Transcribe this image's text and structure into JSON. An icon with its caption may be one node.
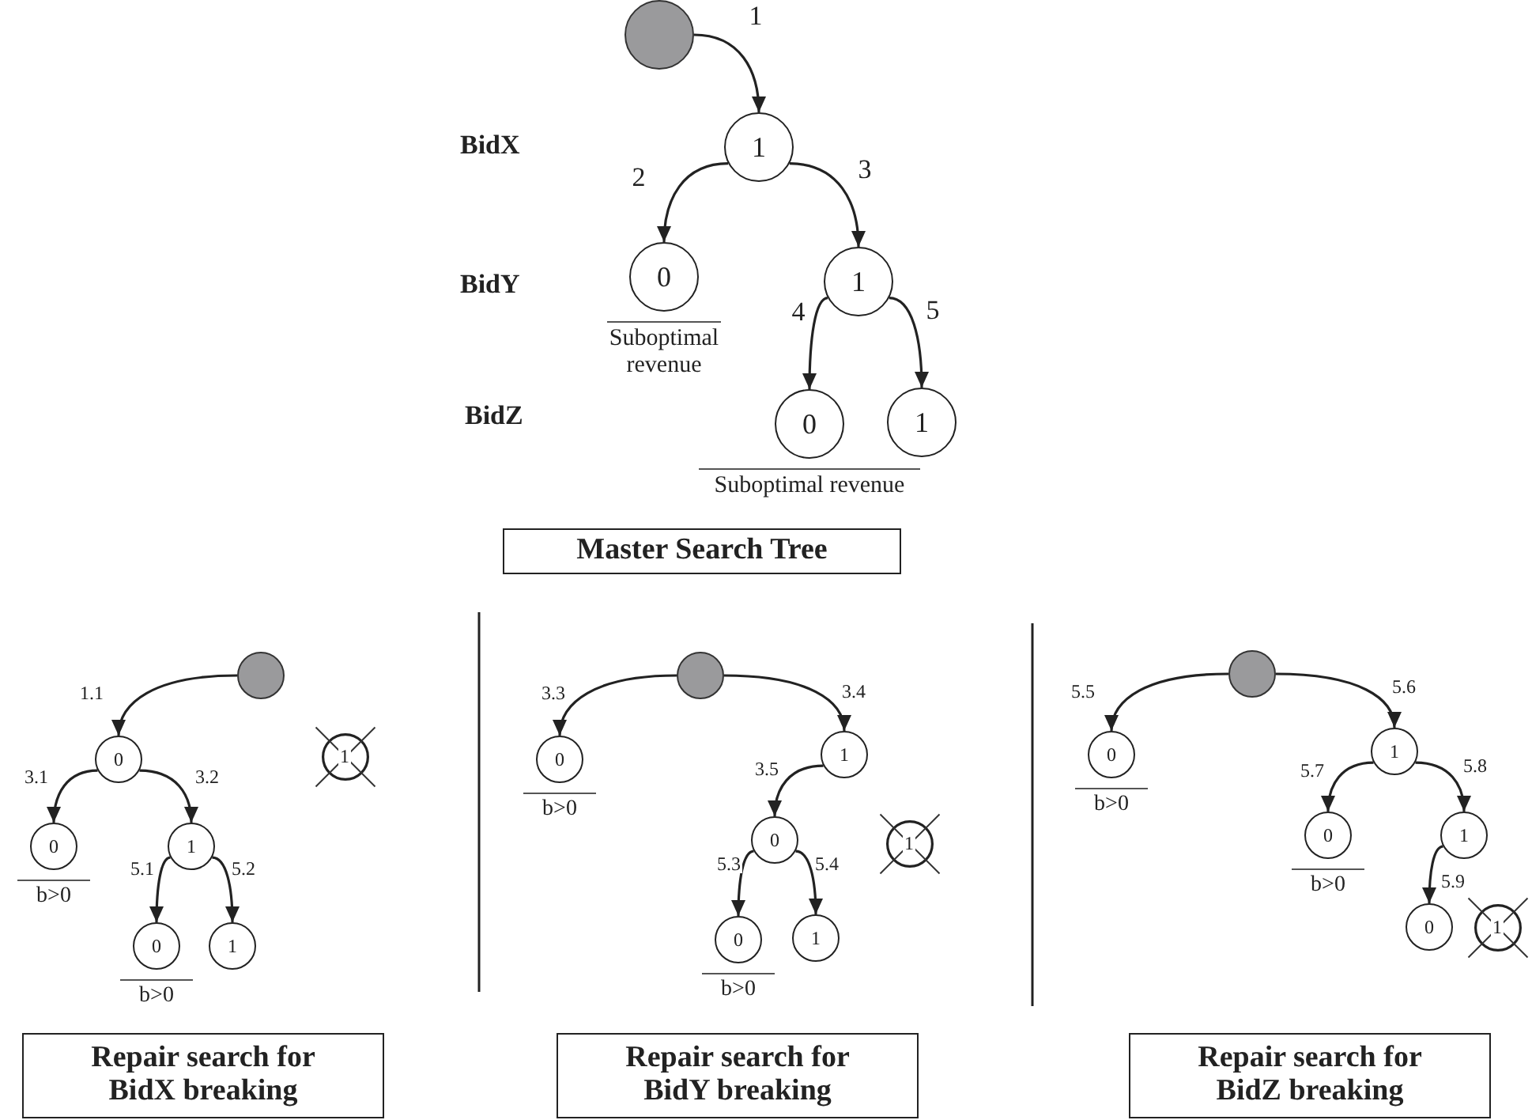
{
  "diagram": {
    "nodes": [
      {
        "text": [],
        "shape": "circle"
      },
      {
        "text": [
          "1"
        ]
      },
      {
        "text": [
          "0"
        ],
        "beside": [
          "Suboptimal revenue"
        ]
      },
      {
        "text": [
          "1"
        ]
      },
      {
        "text": [
          "0"
        ],
        "beside": [
          "Suboptimal revenue"
        ]
      },
      {
        "text": [
          "1"
        ]
      },
      {
        "text": [
          "Master Search Tree"
        ]
      },
      {
        "text": [],
        "shape": "circle"
      },
      {
        "text": [
          "0"
        ]
      },
      {
        "text": [
          "0"
        ],
        "beside": [
          "b>0"
        ]
      },
      {
        "text": [
          "1"
        ]
      },
      {
        "text": [
          "0"
        ],
        "beside": [
          "b>0"
        ]
      },
      {
        "text": [
          "1"
        ]
      },
      {
        "text": [
          "1"
        ]
      },
      {
        "text": [
          "Repair search for BidX breaking"
        ]
      },
      {
        "text": [],
        "shape": "circle"
      },
      {
        "text": [
          "0"
        ],
        "beside": [
          "b>0"
        ]
      },
      {
        "text": [
          "1"
        ]
      },
      {
        "text": [
          "0"
        ]
      },
      {
        "text": [
          "1"
        ]
      },
      {
        "text": [
          "0"
        ],
        "beside": [
          "b>0"
        ]
      },
      {
        "text": [
          "1"
        ]
      },
      {
        "text": [
          "Repair search for BidY breaking"
        ]
      },
      {
        "text": [],
        "shape": "circle"
      },
      {
        "text": [
          "0"
        ],
        "beside": [
          "b>0"
        ]
      },
      {
        "text": [
          "1"
        ]
      },
      {
        "text": [
          "0"
        ],
        "beside": [
          "b>0"
        ]
      },
      {
        "text": [
          "1"
        ]
      },
      {
        "text": [
          "0"
        ]
      },
      {
        "text": [
          "1"
        ]
      },
      {
        "text": [
          "Repair search for BidZ breaking"
        ]
      }
    ],
    "edges": [
      {
        "from": 0,
        "to": 1,
        "arrow": "to",
        "label": "1"
      },
      {
        "from": 1,
        "to": 2,
        "arrow": "to",
        "label": "2"
      },
      {
        "from": 1,
        "to": 3,
        "arrow": "to",
        "label": "3"
      },
      {
        "from": 3,
        "to": 4,
        "arrow": "to",
        "label": "4"
      },
      {
        "from": 3,
        "to": 5,
        "arrow": "to",
        "label": "5"
      },
      {
        "from": 7,
        "to": 8,
        "arrow": "to",
        "label": "1.1"
      },
      {
        "from": 8,
        "to": 9,
        "arrow": "to",
        "label": "3.1"
      },
      {
        "from": 8,
        "to": 10,
        "arrow": "to",
        "label": "3.2"
      },
      {
        "from": 10,
        "to": 11,
        "arrow": "to",
        "label": "5.1"
      },
      {
        "from": 10,
        "to": 12,
        "arrow": "to",
        "label": "5.2"
      },
      {
        "from": 15,
        "to": 16,
        "arrow": "to",
        "label": "3.3"
      },
      {
        "from": 15,
        "to": 17,
        "arrow": "to",
        "label": "3.4"
      },
      {
        "from": 17,
        "to": 18,
        "arrow": "to",
        "label": "3.5"
      },
      {
        "from": 18,
        "to": 20,
        "arrow": "to",
        "label": "5.3"
      },
      {
        "from": 18,
        "to": 21,
        "arrow": "to",
        "label": "5.4"
      },
      {
        "from": 23,
        "to": 24,
        "arrow": "to",
        "label": "5.5"
      },
      {
        "from": 23,
        "to": 25,
        "arrow": "to",
        "label": "5.6"
      },
      {
        "from": 25,
        "to": 26,
        "arrow": "to",
        "label": "5.7"
      },
      {
        "from": 25,
        "to": 27,
        "arrow": "to",
        "label": "5.8"
      },
      {
        "from": 27,
        "to": 28,
        "arrow": "to",
        "label": "5.9"
      }
    ],
    "labels": [
      "BidX",
      "BidY",
      "BidZ"
    ]
  }
}
